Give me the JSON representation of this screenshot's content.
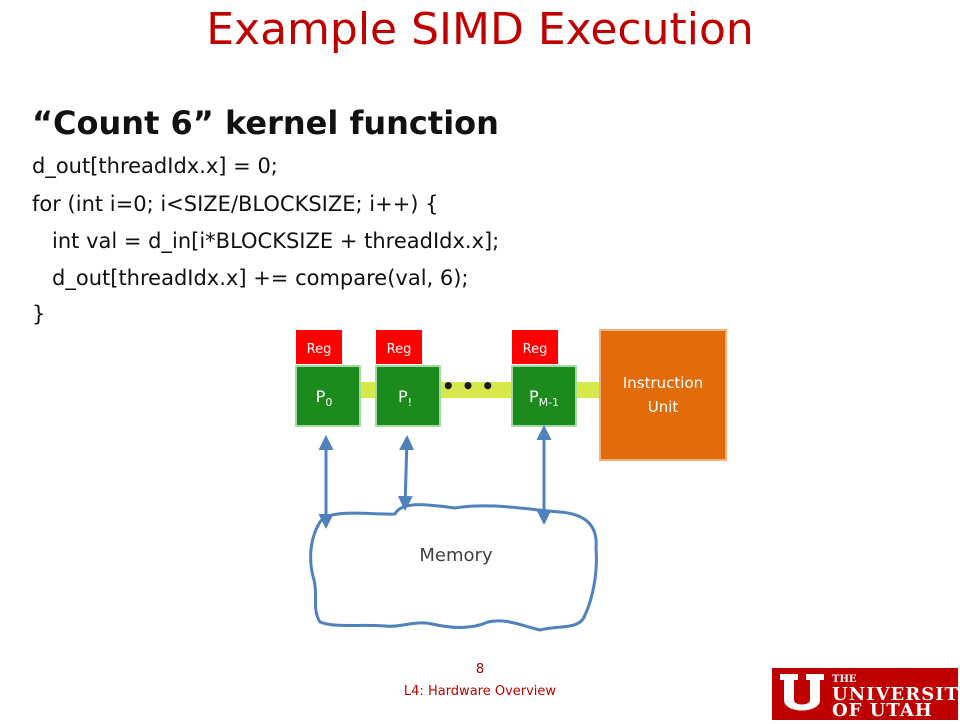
{
  "slide": {
    "title": "Example SIMD Execution",
    "heading": "“Count 6” kernel function",
    "code": [
      "d_out[threadIdx.x] = 0;",
      "for (int i=0; i<SIZE/BLOCKSIZE; i++) {",
      "   int val = d_in[i*BLOCKSIZE + threadIdx.x];",
      "   d_out[threadIdx.x] += compare(val, 6);",
      "}"
    ]
  },
  "diagram": {
    "processors": [
      {
        "reg": "Reg",
        "name": "P",
        "sub": "0"
      },
      {
        "reg": "Reg",
        "name": "P",
        "sub": "!"
      },
      {
        "reg": "Reg",
        "name": "P",
        "sub": "M-1"
      }
    ],
    "ellipsis": "• • •",
    "instruction_unit": [
      "Instruction",
      "Unit"
    ],
    "memory": "Memory",
    "colors": {
      "reg": "#ff0000",
      "processor": "#1d8a1d",
      "bus": "#d6e84a",
      "instruction_unit": "#e26b0a",
      "arrow": "#4f81bd",
      "title": "#c00000"
    }
  },
  "footer": {
    "page": "8",
    "label": "L4: Hardware Overview"
  },
  "logo": {
    "line1": "THE",
    "line2": "UNIVERSITY",
    "line3": "OF UTAH"
  }
}
